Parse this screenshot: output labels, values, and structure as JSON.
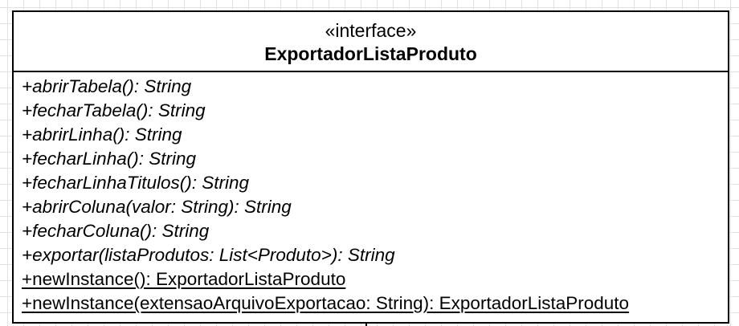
{
  "interface": {
    "stereotype": "«interface»",
    "name": "ExportadorListaProduto",
    "operations": [
      {
        "text": "+abrirTabela(): String",
        "style": "abstract"
      },
      {
        "text": "+fecharTabela(): String",
        "style": "abstract"
      },
      {
        "text": "+abrirLinha(): String",
        "style": "abstract"
      },
      {
        "text": "+fecharLinha(): String",
        "style": "abstract"
      },
      {
        "text": "+fecharLinhaTitulos(): String",
        "style": "abstract"
      },
      {
        "text": "+abrirColuna(valor: String): String",
        "style": "abstract"
      },
      {
        "text": "+fecharColuna(): String",
        "style": "abstract"
      },
      {
        "text": "+exportar(listaProdutos: List<Produto>): String",
        "style": "abstract"
      },
      {
        "text": "+newInstance(): ExportadorListaProduto",
        "style": "static"
      },
      {
        "text": "+newInstance(extensaoArquivoExportacao: String): ExportadorListaProduto",
        "style": "static"
      }
    ]
  }
}
